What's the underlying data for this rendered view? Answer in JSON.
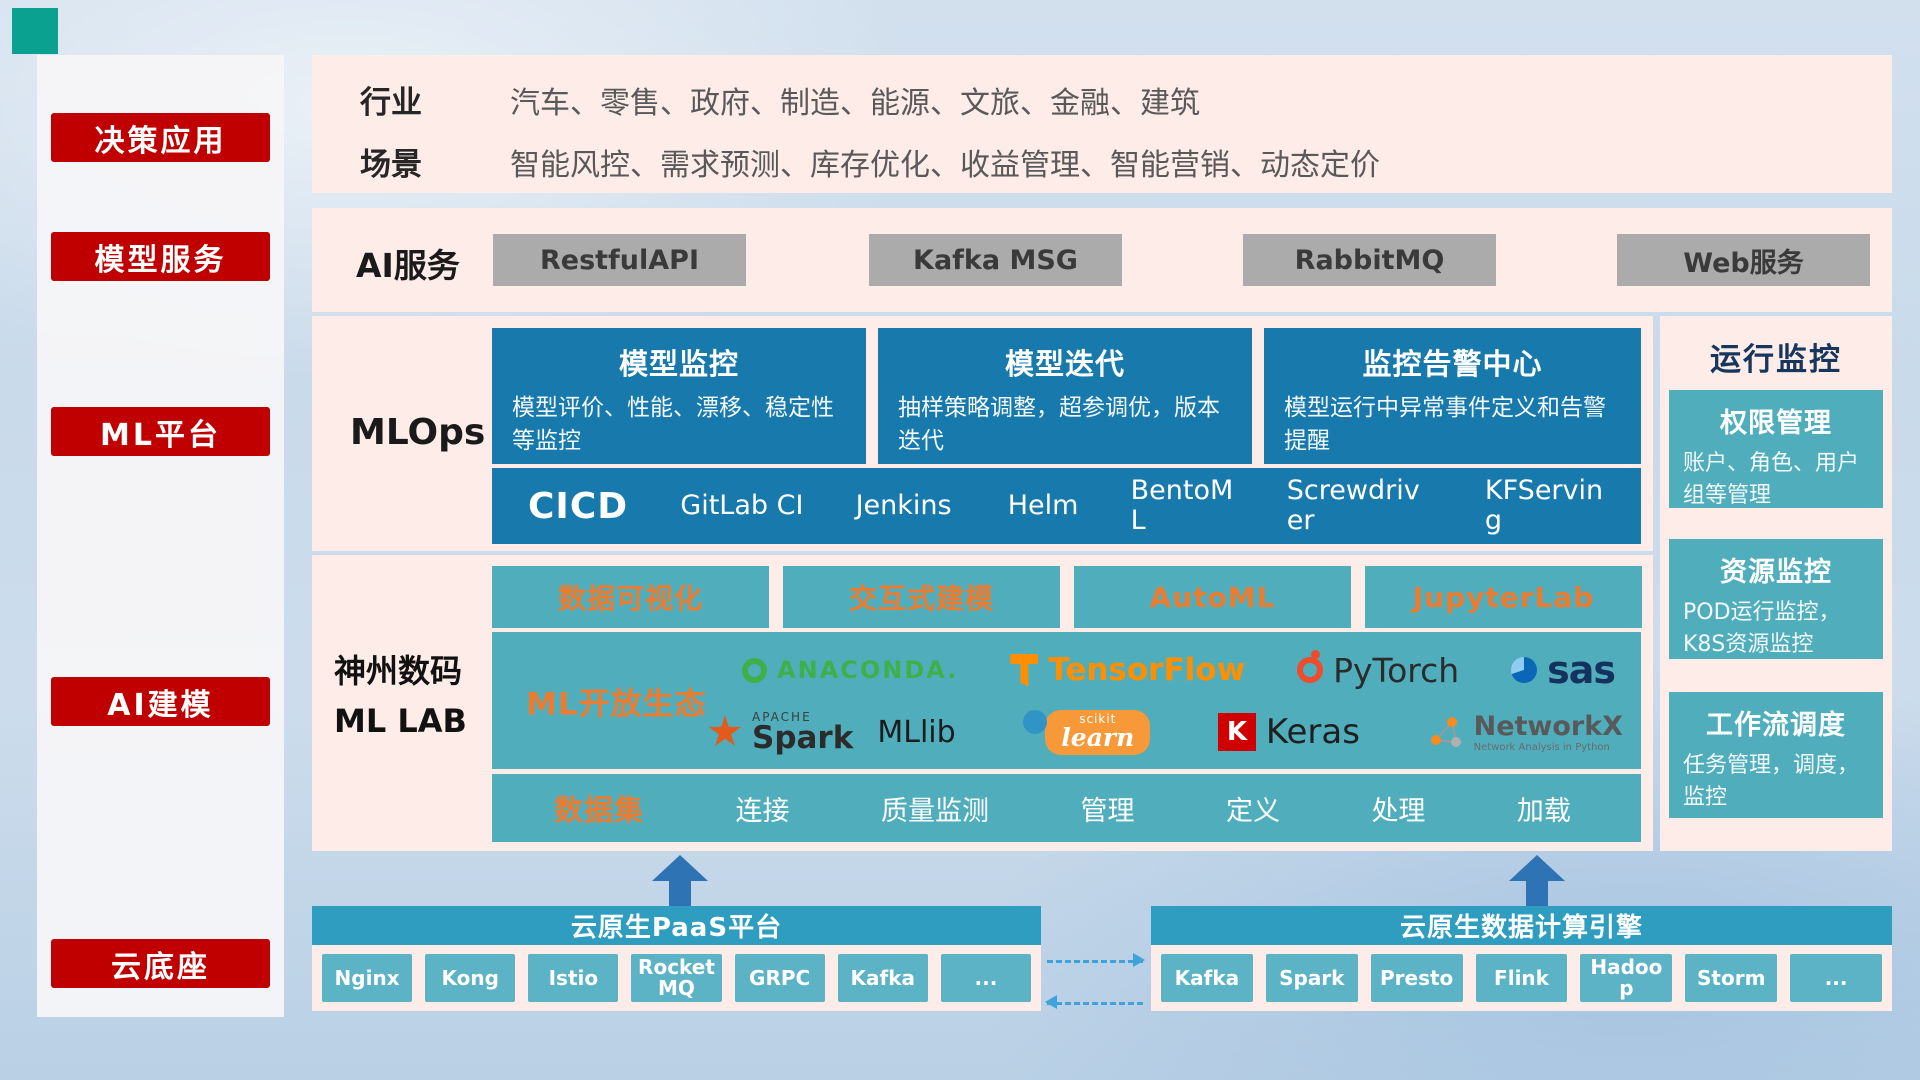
{
  "sidebar": {
    "items": [
      {
        "label": "决策应用"
      },
      {
        "label": "模型服务"
      },
      {
        "label": "ML平台"
      },
      {
        "label": "AI建模"
      },
      {
        "label": "云底座"
      }
    ]
  },
  "industry": {
    "rows": [
      {
        "label": "行业",
        "text": "汽车、零售、政府、制造、能源、文旅、金融、建筑"
      },
      {
        "label": "场景",
        "text": "智能风控、需求预测、库存优化、收益管理、智能营销、动态定价"
      }
    ]
  },
  "ai_service": {
    "label": "AI服务",
    "buttons": [
      {
        "label": "RestfulAPI"
      },
      {
        "label": "Kafka MSG"
      },
      {
        "label": "RabbitMQ"
      },
      {
        "label": "Web服务"
      }
    ]
  },
  "mlops": {
    "label": "MLOps",
    "cards": [
      {
        "title": "模型监控",
        "desc": "模型评价、性能、漂移、稳定性等监控"
      },
      {
        "title": "模型迭代",
        "desc": "抽样策略调整，超参调优，版本迭代"
      },
      {
        "title": "监控告警中心",
        "desc": "模型运行中异常事件定义和告警提醒"
      }
    ],
    "cicd": {
      "label": "CICD",
      "items": [
        {
          "label": "GitLab CI"
        },
        {
          "label": "Jenkins"
        },
        {
          "label": "Helm"
        },
        {
          "label": "BentoML"
        },
        {
          "label": "Screwdriver"
        },
        {
          "label": "KFServing"
        }
      ]
    }
  },
  "mllab": {
    "label_line1": "神州数码",
    "label_line2": "ML LAB",
    "tools": [
      {
        "label": "数据可视化"
      },
      {
        "label": "交互式建模"
      },
      {
        "label": "AutoML"
      },
      {
        "label": "JupyterLab"
      }
    ],
    "ecosystem": {
      "label": "ML开放生态",
      "anaconda": {
        "name": "ANACONDA."
      },
      "tensorflow": {
        "name": "TensorFlow"
      },
      "pytorch": {
        "name": "PyTorch"
      },
      "sas": {
        "name": "sas"
      },
      "spark": {
        "vendor": "APACHE",
        "name": "Spark"
      },
      "mllib": {
        "name": "MLlib"
      },
      "sklearn": {
        "top": "scikit",
        "name": "learn"
      },
      "keras": {
        "letter": "K",
        "name": "Keras"
      },
      "networkx": {
        "name": "NetworkX",
        "sub": "Network Analysis in Python"
      }
    },
    "dataset": {
      "label": "数据集",
      "items": [
        {
          "label": "连接"
        },
        {
          "label": "质量监测"
        },
        {
          "label": "管理"
        },
        {
          "label": "定义"
        },
        {
          "label": "处理"
        },
        {
          "label": "加载"
        }
      ]
    }
  },
  "monitoring": {
    "title": "运行监控",
    "cards": [
      {
        "title": "权限管理",
        "desc": "账户、角色、用户组等管理"
      },
      {
        "title": "资源监控",
        "desc": "POD运行监控，K8S资源监控"
      },
      {
        "title": "工作流调度",
        "desc": "任务管理，调度，监控"
      }
    ]
  },
  "bottom": {
    "paas": {
      "title": "云原生PaaS平台",
      "items": [
        {
          "label": "Nginx"
        },
        {
          "label": "Kong"
        },
        {
          "label": "Istio"
        },
        {
          "label": "RocketMQ"
        },
        {
          "label": "GRPC"
        },
        {
          "label": "Kafka"
        },
        {
          "label": "..."
        }
      ]
    },
    "engine": {
      "title": "云原生数据计算引擎",
      "items": [
        {
          "label": "Kafka"
        },
        {
          "label": "Spark"
        },
        {
          "label": "Presto"
        },
        {
          "label": "Flink"
        },
        {
          "label": "Hadoop"
        },
        {
          "label": "Storm"
        },
        {
          "label": "..."
        }
      ]
    }
  },
  "colors": {
    "accent_red": "#c00000",
    "card_blue": "#1879ad",
    "card_teal": "#50aebc",
    "accent_orange": "#e97c30",
    "bar_blue": "#2f9dc0"
  }
}
